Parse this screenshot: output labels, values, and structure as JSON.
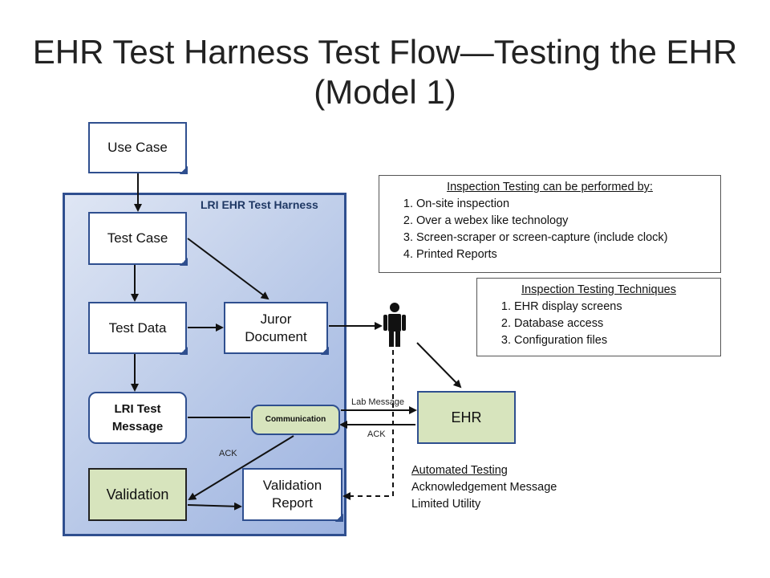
{
  "title": {
    "line1": "EHR Test Harness Test Flow—Testing the EHR",
    "line2": "(Model 1)"
  },
  "harness": {
    "label": "LRI EHR Test Harness"
  },
  "boxes": {
    "use_case": "Use Case",
    "test_case": "Test Case",
    "test_data": "Test Data",
    "juror_document_line1": "Juror",
    "juror_document_line2": "Document",
    "lri_test_message_line1": "LRI Test",
    "lri_test_message_line2": "Message",
    "communication": "Communication",
    "validation": "Validation",
    "validation_report_line1": "Validation",
    "validation_report_line2": "Report",
    "ehr": "EHR"
  },
  "labels": {
    "lab_message": "Lab  Message",
    "ack_right": "ACK",
    "ack_left": "ACK"
  },
  "inspection_by": {
    "header": "Inspection Testing can be performed by:",
    "items": [
      "On-site inspection",
      "Over a webex like technology",
      "Screen-scraper or screen-capture (include clock)",
      "Printed Reports"
    ]
  },
  "inspection_techniques": {
    "header": "Inspection Testing Techniques",
    "items": [
      "EHR display screens",
      "Database access",
      "Configuration files"
    ]
  },
  "automated": {
    "header": "Automated Testing",
    "line1": "Acknowledgement Message",
    "line2": "Limited Utility"
  },
  "colors": {
    "harness_border": "#2f4f8f",
    "green_fill": "#d7e4bd"
  },
  "icons": {
    "person": "person-icon"
  }
}
